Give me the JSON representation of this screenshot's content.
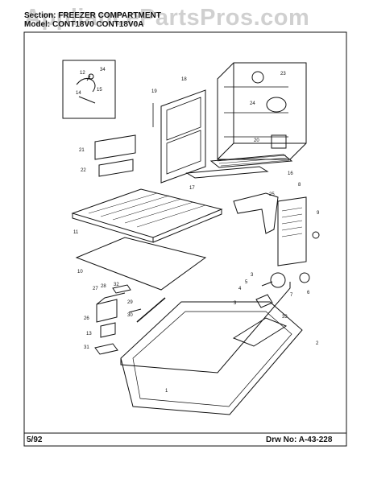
{
  "header": {
    "section_line": "Section: FREEZER COMPARTMENT",
    "model_line": "Model: CONT18V0 CONT18V0A"
  },
  "watermark": "AppliancePartsPros.com",
  "footer": {
    "date": "5/92",
    "drawing_number": "Drw No: A-43-228"
  },
  "callouts": [
    "1",
    "2",
    "3",
    "3",
    "4",
    "5",
    "6",
    "7",
    "8",
    "9",
    "10",
    "11",
    "12",
    "13",
    "14",
    "15",
    "16",
    "17",
    "18",
    "19",
    "20",
    "21",
    "22",
    "23",
    "24",
    "25",
    "26",
    "27",
    "28",
    "29",
    "30",
    "31",
    "32",
    "33",
    "34"
  ],
  "colors": {
    "ink": "#111111",
    "paper": "#ffffff",
    "watermark": "#969696"
  }
}
